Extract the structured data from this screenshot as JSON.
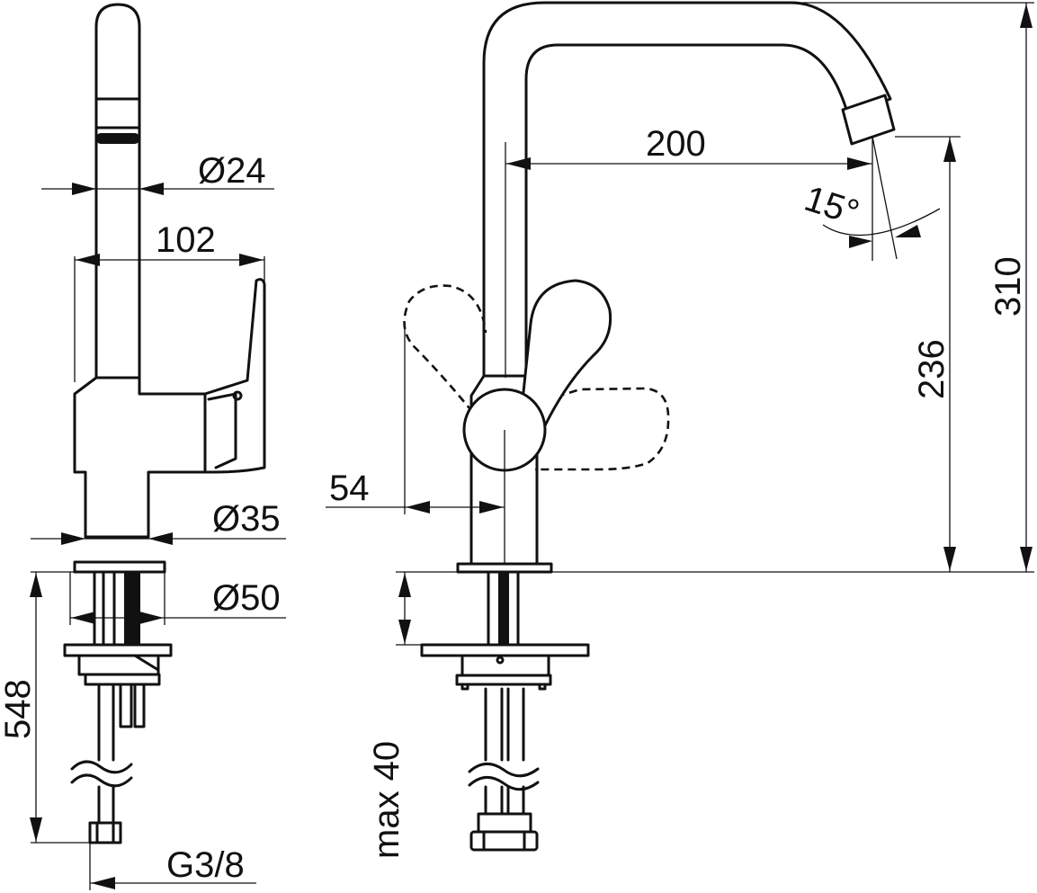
{
  "dimensions": {
    "dia_24": "Ø24",
    "width_102": "102",
    "dia_35": "Ø35",
    "dia_50": "Ø50",
    "height_548": "548",
    "thread_g38": "G3/8",
    "reach_200": "200",
    "angle_15": "15°",
    "height_236": "236",
    "height_310": "310",
    "offset_54": "54",
    "max_40": "max 40"
  }
}
